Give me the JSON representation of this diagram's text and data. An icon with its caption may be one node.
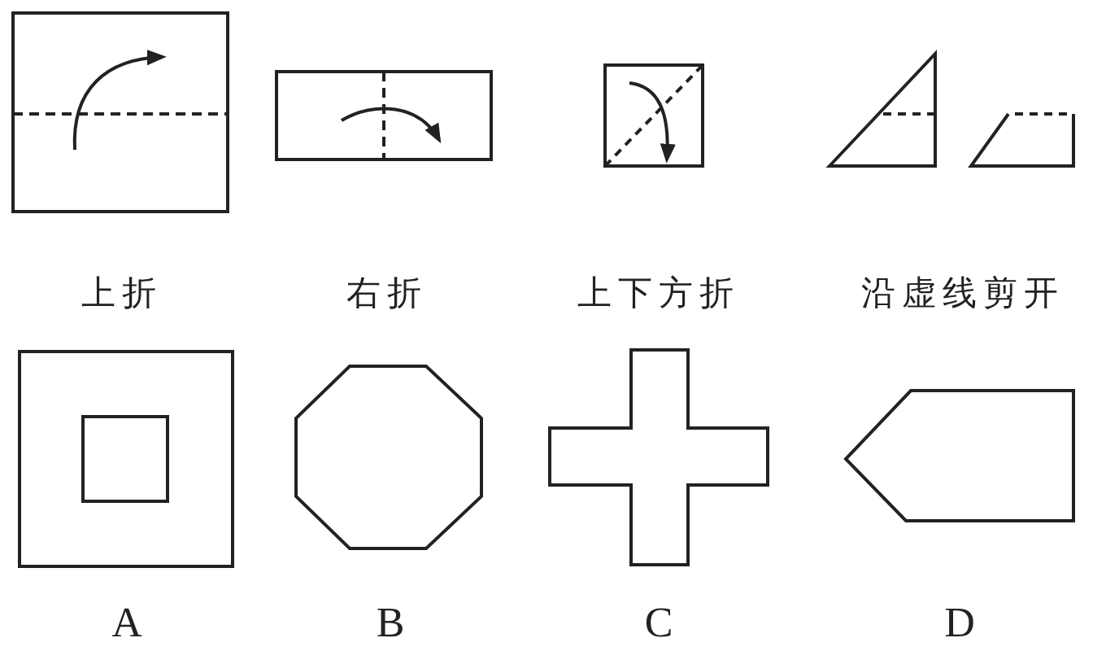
{
  "diagram": {
    "labels": [
      "上折",
      "右折",
      "上下方折",
      "沿虚线剪开",
      "A",
      "B",
      "C",
      "D"
    ]
  }
}
